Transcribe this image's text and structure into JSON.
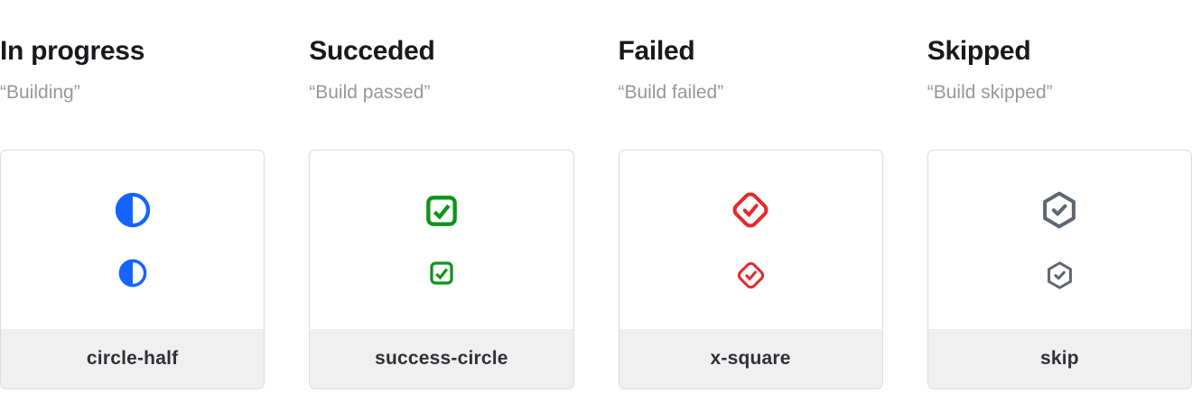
{
  "page": {
    "background": "#ffffff",
    "card_border": "#dcdcdd",
    "footer_background": "#f0f0f1"
  },
  "columns": [
    {
      "title": "In progress",
      "subtitle": "“Building”",
      "icon": "circle-half-icon",
      "label": "circle-half",
      "color": "#1664ff"
    },
    {
      "title": "Succeded",
      "subtitle": "“Build passed”",
      "icon": "check-square-icon",
      "label": "success-circle",
      "color": "#0f9318"
    },
    {
      "title": "Failed",
      "subtitle": "“Build failed”",
      "icon": "check-diamond-icon",
      "label": "x-square",
      "color": "#e32b2d"
    },
    {
      "title": "Skipped",
      "subtitle": "“Build skipped”",
      "icon": "check-hexagon-icon",
      "label": "skip",
      "color": "#5f6672"
    }
  ]
}
